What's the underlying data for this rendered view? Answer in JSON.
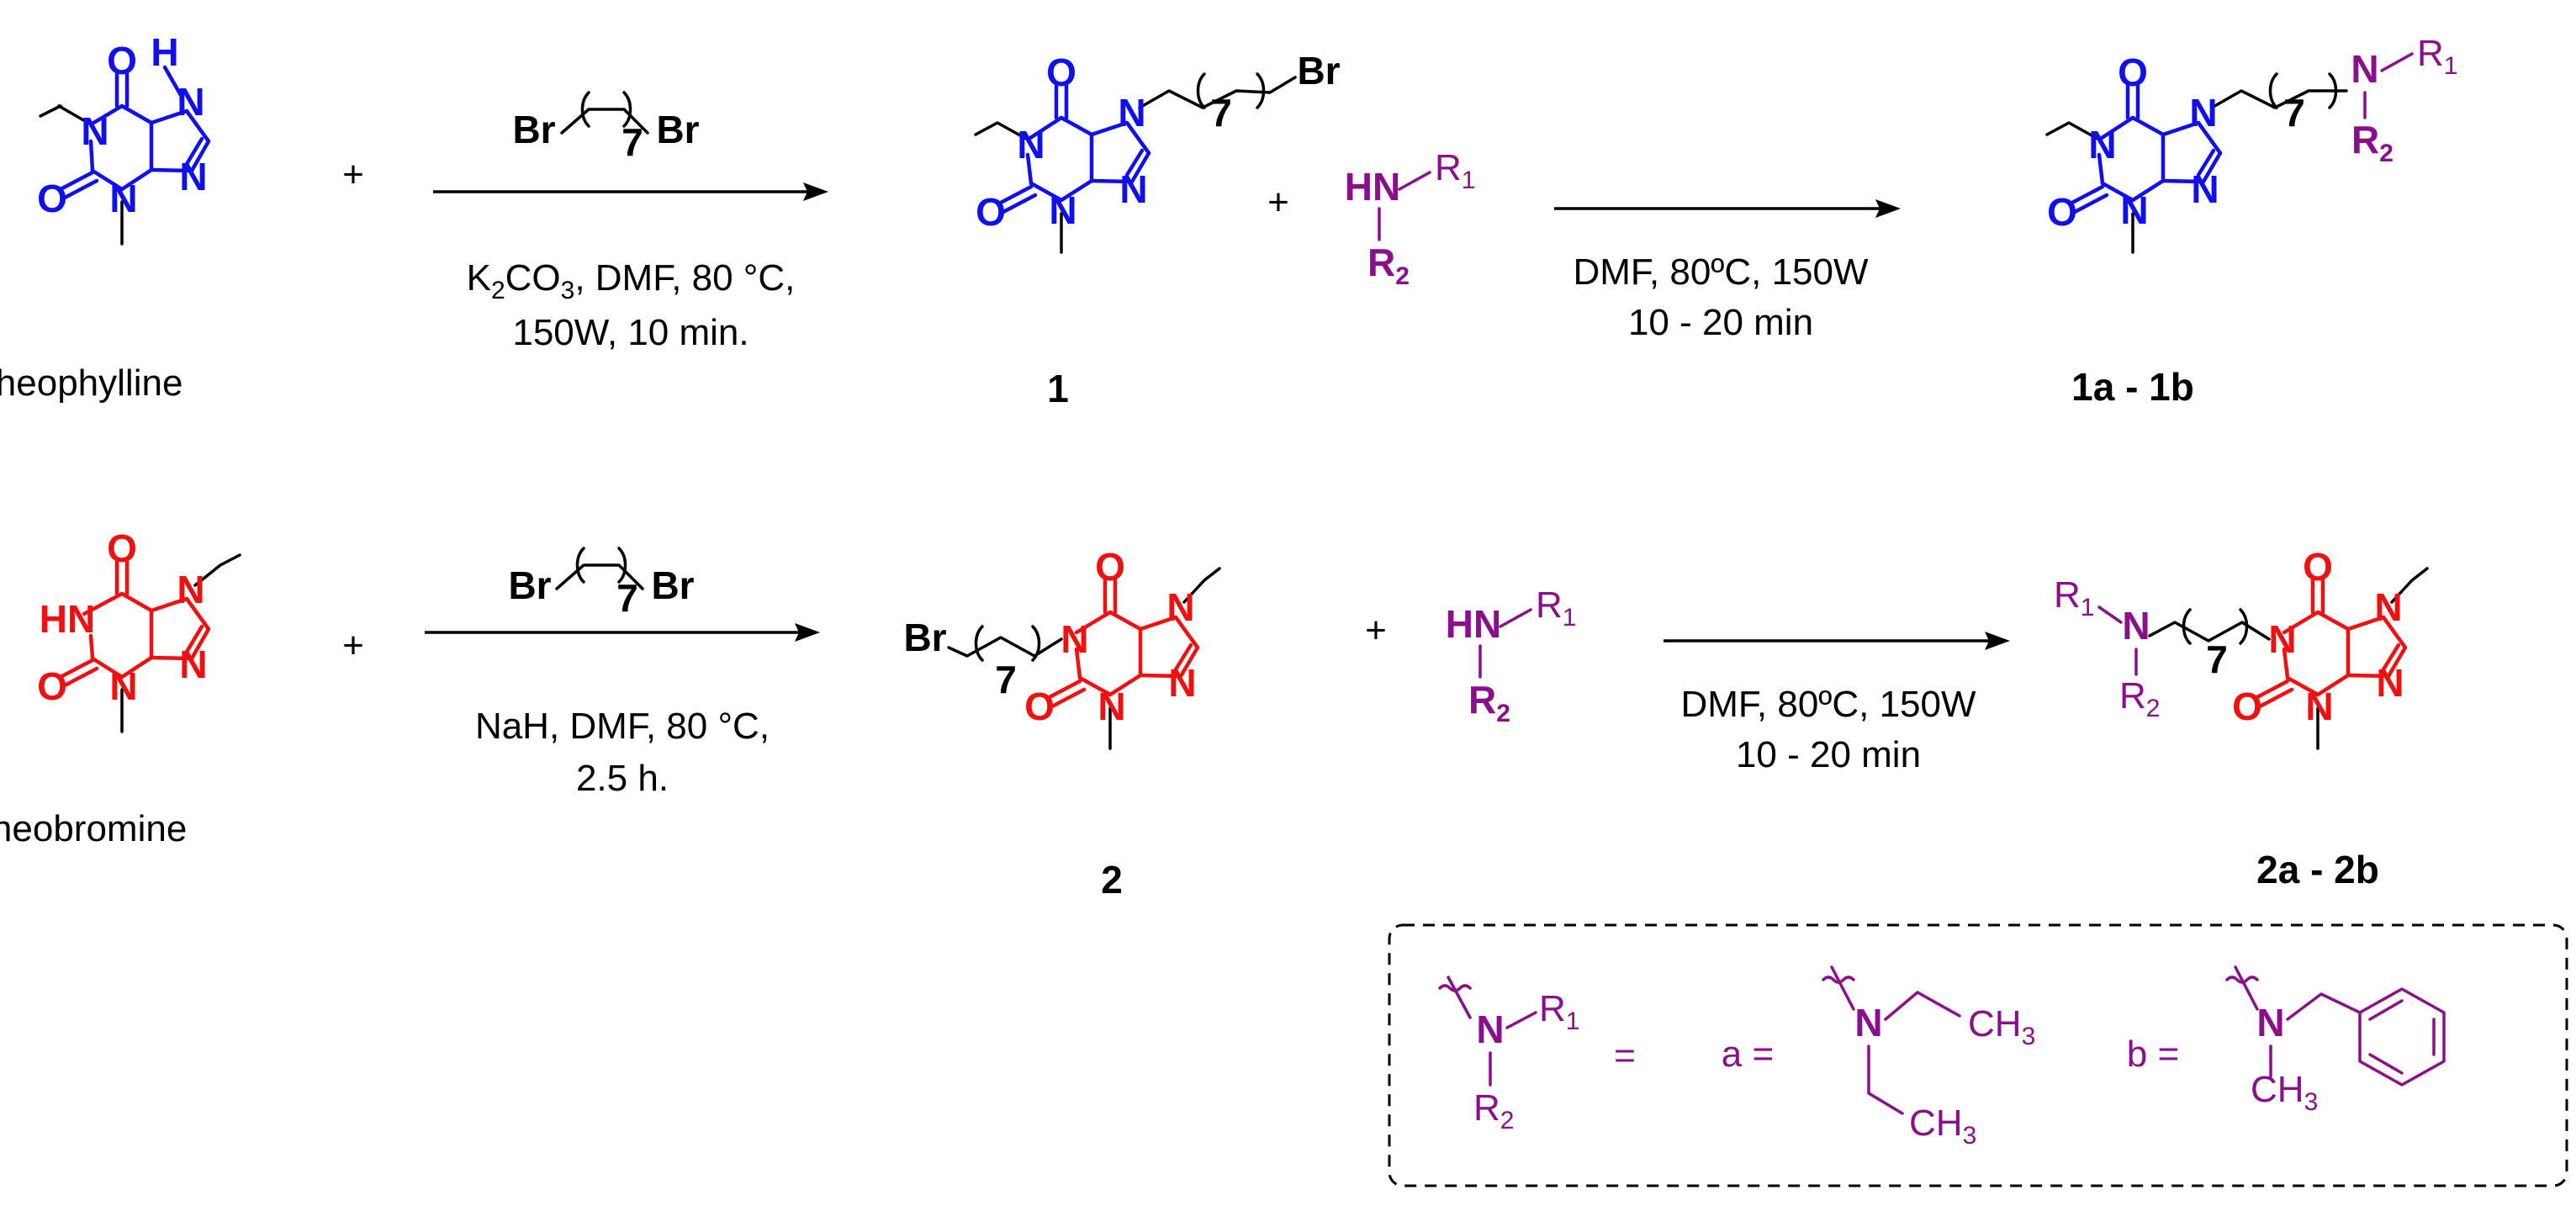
{
  "colors": {
    "theophylline_core": "#1010ee",
    "theobromine_core": "#f01010",
    "amine": "#8a0f8a",
    "text": "#000000"
  },
  "reaction1": {
    "reagent_left": "Br",
    "reagent_count": "7",
    "reagent_right": "Br",
    "conditions_line1_a": "K",
    "conditions_line1_sub": "2",
    "conditions_line1_b": "CO",
    "conditions_line1_sub2": "3",
    "conditions_line1_c": ", DMF, 80 °C,",
    "conditions_line2": "150W, 10 min.",
    "start_name": "theophylline",
    "plus": "+"
  },
  "reaction2": {
    "conditions_line1": "DMF, 80ºC, 150W",
    "conditions_line2": "10 - 20 min",
    "plus": "+"
  },
  "reaction3": {
    "reagent_left": "Br",
    "reagent_count": "7",
    "reagent_right": "Br",
    "conditions_line1": "NaH, DMF, 80 °C,",
    "conditions_line2": "2.5 h.",
    "start_name": "theobromine",
    "plus": "+"
  },
  "reaction4": {
    "conditions_line1": "DMF, 80ºC, 150W",
    "conditions_line2": "10 - 20 min",
    "plus": "+"
  },
  "compounds": {
    "c1": "1",
    "c1ab": "1a - 1b",
    "c2": "2",
    "c2ab": "2a - 2b"
  },
  "atoms": {
    "O": "O",
    "N": "N",
    "H": "H",
    "HN": "HN",
    "Br": "Br",
    "R1": "R",
    "R1_sub": "1",
    "R2": "R",
    "R2_sub": "2",
    "chain": "7"
  },
  "legend": {
    "equals": "=",
    "a_label": "a =",
    "b_label": "b =",
    "CH3": "CH",
    "CH3_sub": "3"
  }
}
